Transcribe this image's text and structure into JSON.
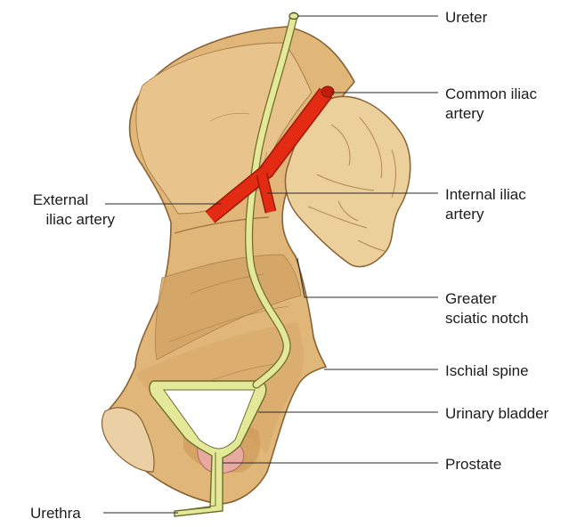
{
  "labels": {
    "ureter": "Ureter",
    "common_iliac": [
      "Common iliac",
      "artery"
    ],
    "external_iliac": [
      "External",
      "iliac artery"
    ],
    "internal_iliac": [
      "Internal iliac",
      "artery"
    ],
    "greater_sciatic": [
      "Greater",
      "sciatic notch"
    ],
    "ischial_spine": "Ischial spine",
    "urinary_bladder": "Urinary bladder",
    "prostate": "Prostate",
    "urethra": "Urethra"
  },
  "colors": {
    "bone": "#e0b679",
    "bone_shade": "#c7975a",
    "bone_outline": "#8a6234",
    "sacrum": "#ecd09c",
    "artery": "#e32a12",
    "ureter": "#e4e99a",
    "ureter_outline": "#6f6d2a",
    "prostate": "#e8a9a0"
  }
}
